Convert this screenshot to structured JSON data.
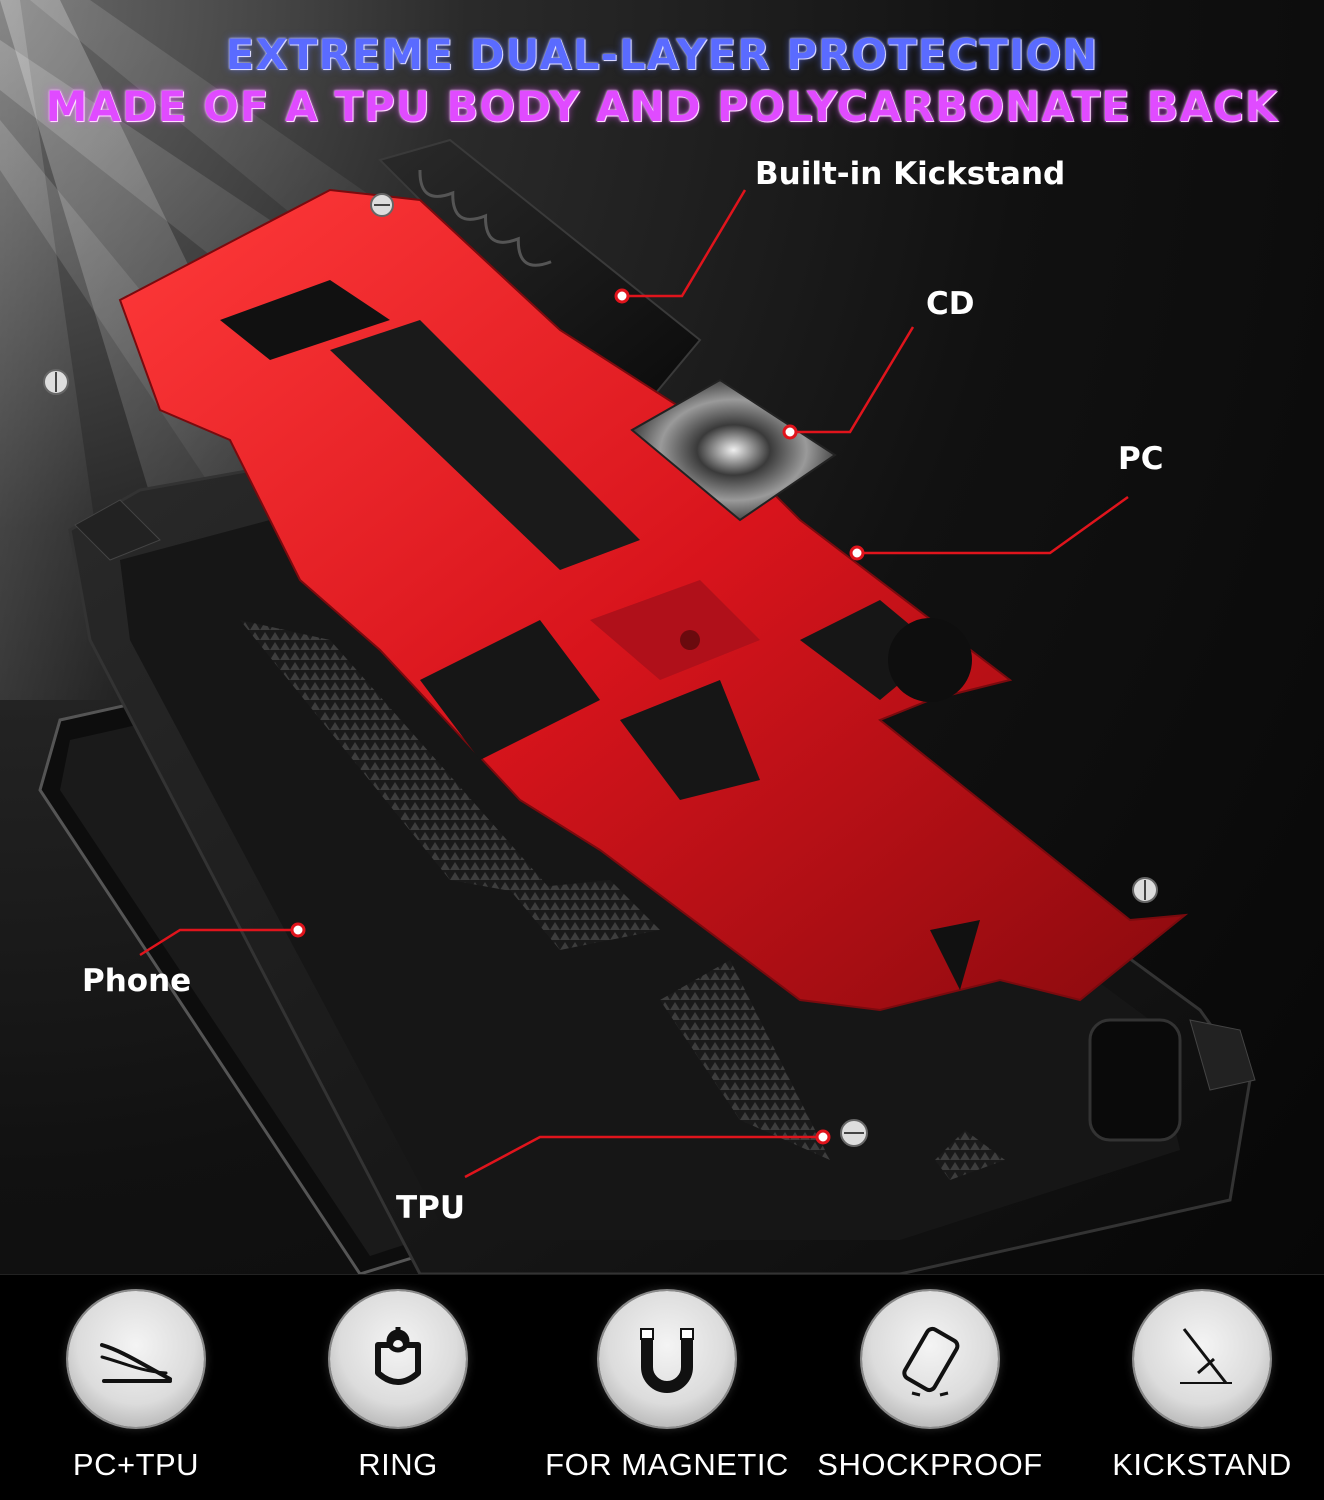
{
  "headline": {
    "line1": "EXTREME DUAL-LAYER PROTECTION",
    "line2": "MADE OF A TPU BODY AND POLYCARBONATE BACK",
    "line1_color": "#5a6bff",
    "line2_color": "#e04bff"
  },
  "callouts": {
    "kickstand": "Built-in Kickstand",
    "cd": "CD",
    "pc": "PC",
    "phone": "Phone",
    "tpu": "TPU"
  },
  "colors": {
    "frame_red": "#d8141c",
    "case_black": "#151515",
    "leader_line": "#e0141c"
  },
  "features": [
    {
      "label": "PC+TPU",
      "icon": "curved-layers-icon"
    },
    {
      "label": "RING",
      "icon": "ring-holder-icon"
    },
    {
      "label": "FOR MAGNETIC",
      "icon": "magnet-icon"
    },
    {
      "label": "SHOCKPROOF",
      "icon": "tilted-phone-icon"
    },
    {
      "label": "KICKSTAND",
      "icon": "kickstand-icon"
    }
  ]
}
